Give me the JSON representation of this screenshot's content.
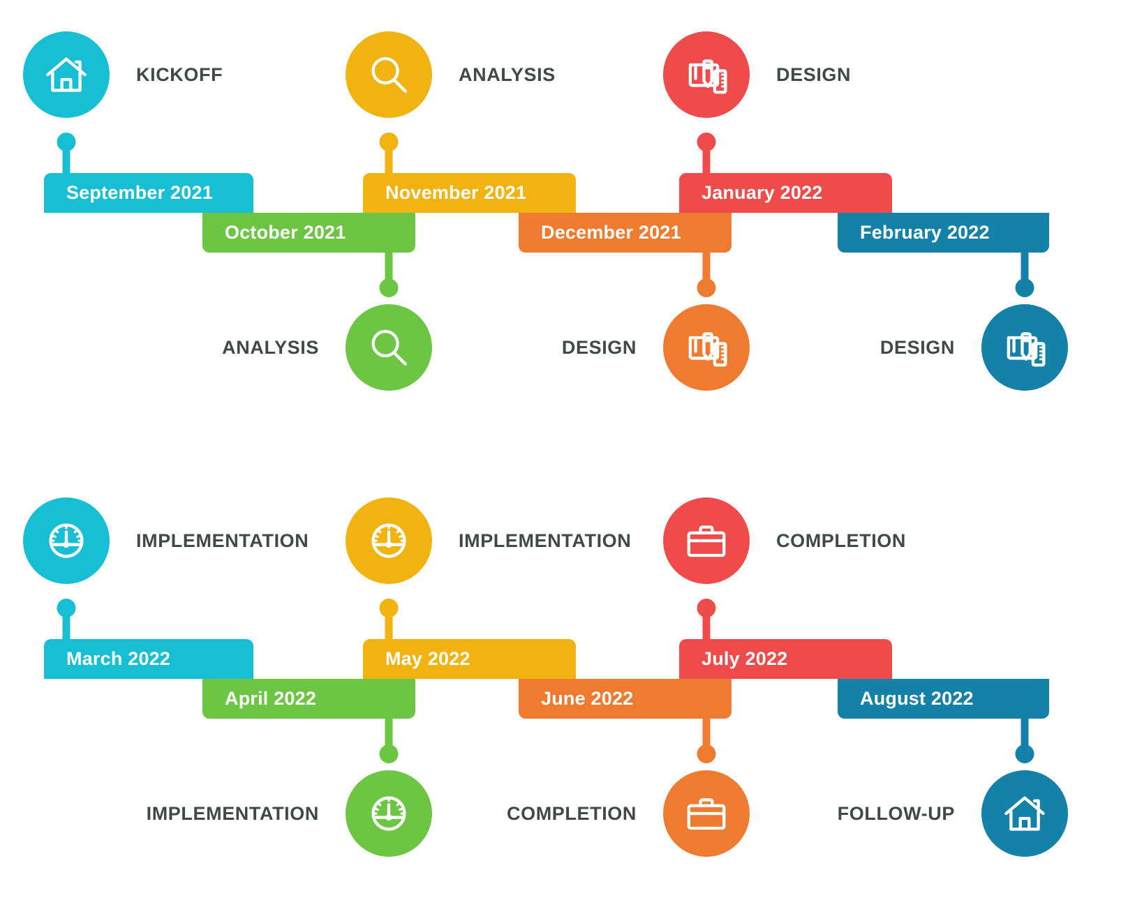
{
  "palette": {
    "cyan": "#17BFD4",
    "green": "#6CC644",
    "yellow": "#F0B310",
    "orange": "#EF7B३0",
    "red": "#EF4B4B",
    "blue": "#1481A8",
    "label_text": "#3F4A47",
    "bar_text": "#FFFFFF",
    "background": "#FFFFFF"
  },
  "rows": [
    {
      "id": "row-1",
      "milestones": [
        {
          "index": 0,
          "label": "KICKOFF",
          "date": "September 2021",
          "color": "#17BFD4",
          "icon": "house-icon",
          "position": "top",
          "label_side": "right"
        },
        {
          "index": 1,
          "label": "ANALYSIS",
          "date": "October 2021",
          "color": "#6CC644",
          "icon": "magnifier-icon",
          "position": "bottom",
          "label_side": "left"
        },
        {
          "index": 2,
          "label": "ANALYSIS",
          "date": "November 2021",
          "color": "#F0B310",
          "icon": "magnifier-icon",
          "position": "top",
          "label_side": "right"
        },
        {
          "index": 3,
          "label": "DESIGN",
          "date": "December 2021",
          "color": "#EF7B30",
          "icon": "design-icon",
          "position": "bottom",
          "label_side": "left"
        },
        {
          "index": 4,
          "label": "DESIGN",
          "date": "January 2022",
          "color": "#EF4B4B",
          "icon": "design-icon",
          "position": "top",
          "label_side": "right"
        },
        {
          "index": 5,
          "label": "DESIGN",
          "date": "February 2022",
          "color": "#1481A8",
          "icon": "design-icon",
          "position": "bottom",
          "label_side": "left"
        }
      ]
    },
    {
      "id": "row-2",
      "milestones": [
        {
          "index": 0,
          "label": "IMPLEMENTATION",
          "date": "March 2022",
          "color": "#17BFD4",
          "icon": "gauge-icon",
          "position": "top",
          "label_side": "right"
        },
        {
          "index": 1,
          "label": "IMPLEMENTATION",
          "date": "April 2022",
          "color": "#6CC644",
          "icon": "gauge-icon",
          "position": "bottom",
          "label_side": "left"
        },
        {
          "index": 2,
          "label": "IMPLEMENTATION",
          "date": "May 2022",
          "color": "#F0B310",
          "icon": "gauge-icon",
          "position": "top",
          "label_side": "right"
        },
        {
          "index": 3,
          "label": "COMPLETION",
          "date": "June 2022",
          "color": "#EF7B30",
          "icon": "briefcase-icon",
          "position": "bottom",
          "label_side": "left"
        },
        {
          "index": 4,
          "label": "COMPLETION",
          "date": "July 2022",
          "color": "#EF4B4B",
          "icon": "briefcase-icon",
          "position": "top",
          "label_side": "right"
        },
        {
          "index": 5,
          "label": "FOLLOW-UP",
          "date": "August 2022",
          "color": "#1481A8",
          "icon": "house-icon",
          "position": "bottom",
          "label_side": "left"
        }
      ]
    }
  ]
}
